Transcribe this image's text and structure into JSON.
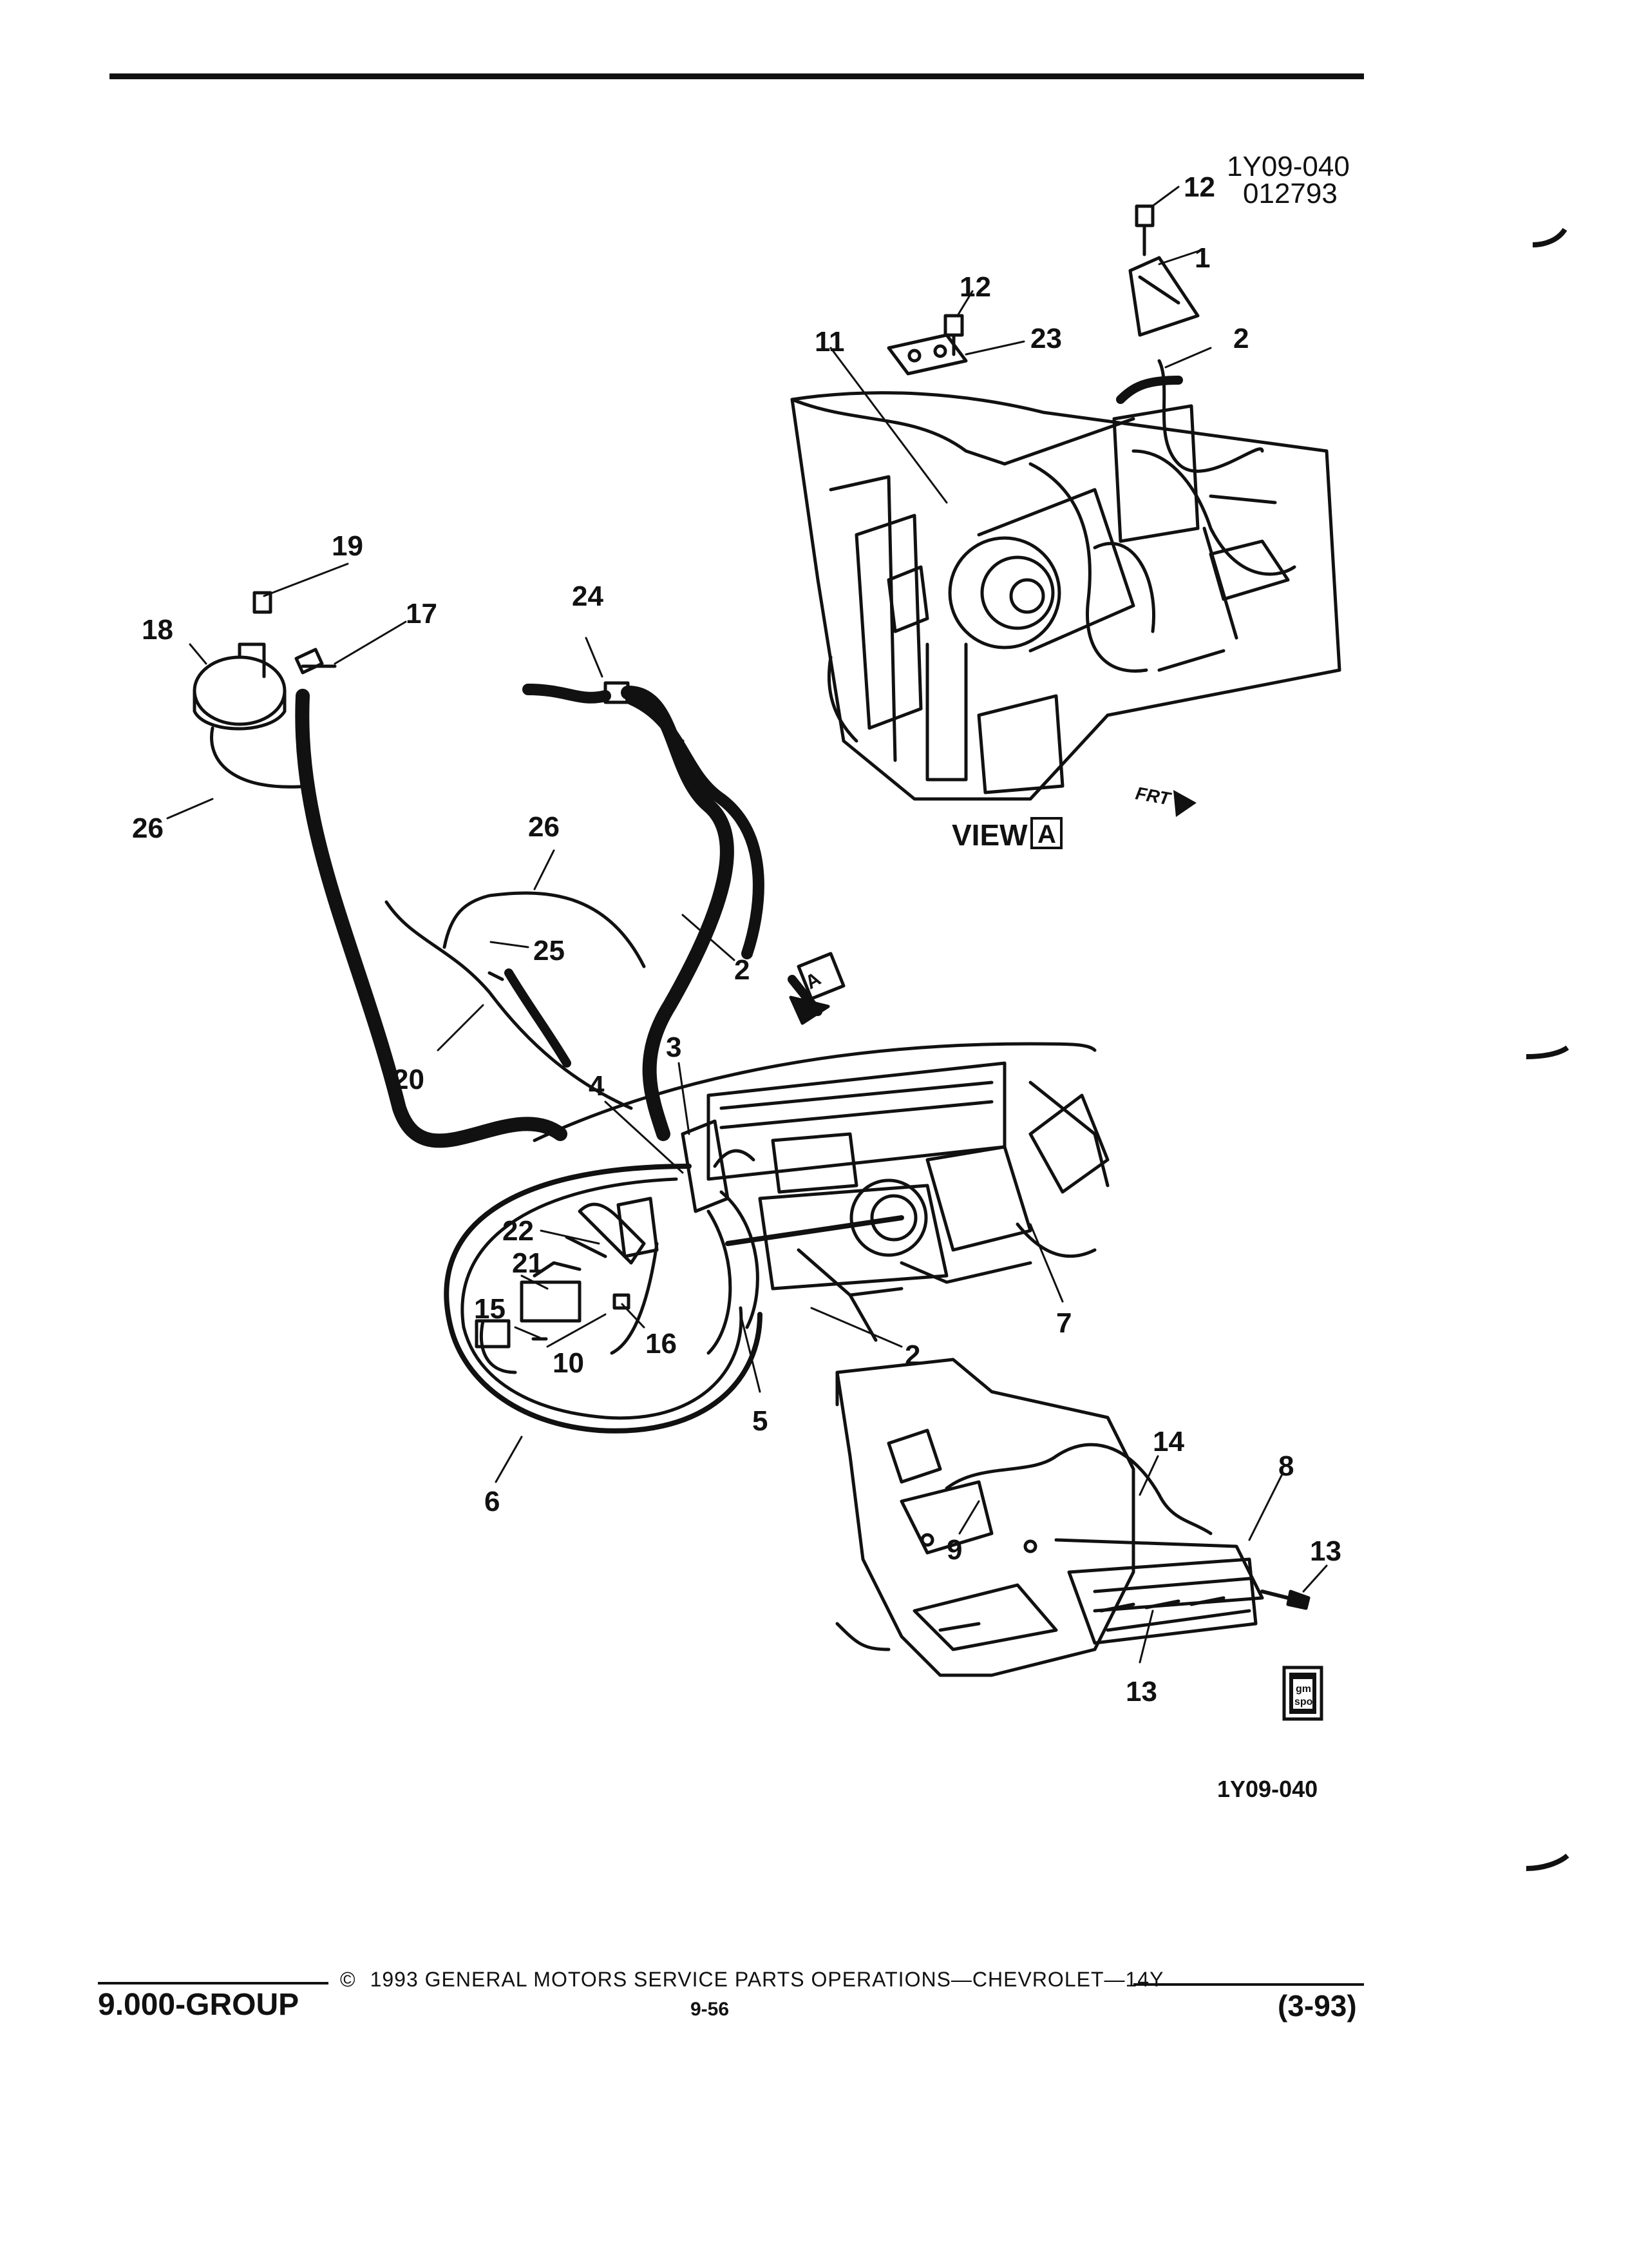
{
  "figure": {
    "code_top": "1Y09-040",
    "date_code": "012793",
    "code_bottom": "1Y09-040"
  },
  "view": {
    "label": "VIEW",
    "letter": "A",
    "arrow_letter": "A",
    "frt_label": "FRT"
  },
  "callouts": {
    "c1": "1",
    "c2a": "2",
    "c2b": "2",
    "c2c": "2",
    "c3": "3",
    "c4": "4",
    "c5": "5",
    "c6": "6",
    "c7": "7",
    "c8": "8",
    "c9": "9",
    "c10": "10",
    "c11": "11",
    "c12a": "12",
    "c12b": "12",
    "c13a": "13",
    "c13b": "13",
    "c14": "14",
    "c15": "15",
    "c16": "16",
    "c17": "17",
    "c18": "18",
    "c19": "19",
    "c20": "20",
    "c21": "21",
    "c22": "22",
    "c23": "23",
    "c24": "24",
    "c25": "25",
    "c26a": "26",
    "c26b": "26"
  },
  "badge": {
    "text_line1": "gm",
    "text_line2": "spo"
  },
  "footer": {
    "copyright_symbol": "©",
    "copyright_text": "1993 GENERAL MOTORS SERVICE PARTS OPERATIONS—CHEVROLET—14Y",
    "group": "9.000-GROUP",
    "page": "9-56",
    "edition": "(3-93)"
  }
}
